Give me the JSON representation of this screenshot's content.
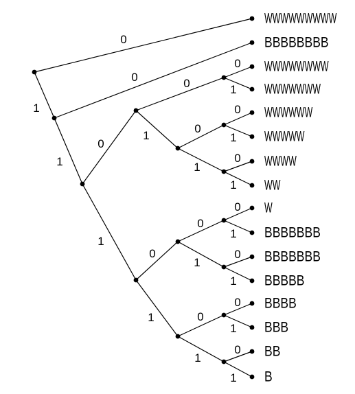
{
  "diagram": {
    "leaves": [
      "WWWWWWWWW",
      "BBBBBBBB",
      "WWWWWWWW",
      "WWWWWWW",
      "WWWWWW",
      "WWWWW",
      "WWWW",
      "WW",
      "W",
      "BBBBBBB",
      "BBBBBBB",
      "BBBBB",
      "BBBB",
      "BBB",
      "BB",
      "B"
    ],
    "edge_bits": {
      "zero": "0",
      "one": "1"
    },
    "colors": {
      "ink": "#000000",
      "background": "#ffffff"
    }
  }
}
